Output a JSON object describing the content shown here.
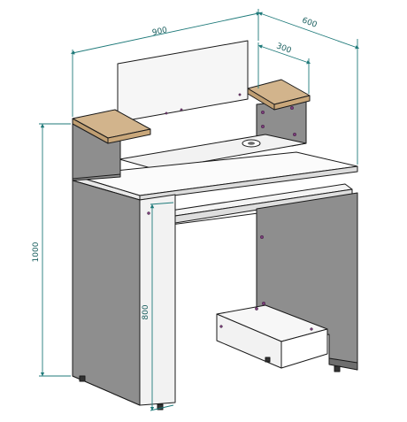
{
  "dimensions": {
    "width": "900",
    "depth": "600",
    "shelf_depth": "300",
    "total_height": "1000",
    "desk_height": "800"
  },
  "colors": {
    "dimension_line": "#1f7a7a",
    "panel_side": "#8e8e8e",
    "panel_light": "#f4f4f4",
    "wood": "#d2b48c",
    "outline": "#1a1a1a",
    "hole": "#7a3e7a"
  }
}
